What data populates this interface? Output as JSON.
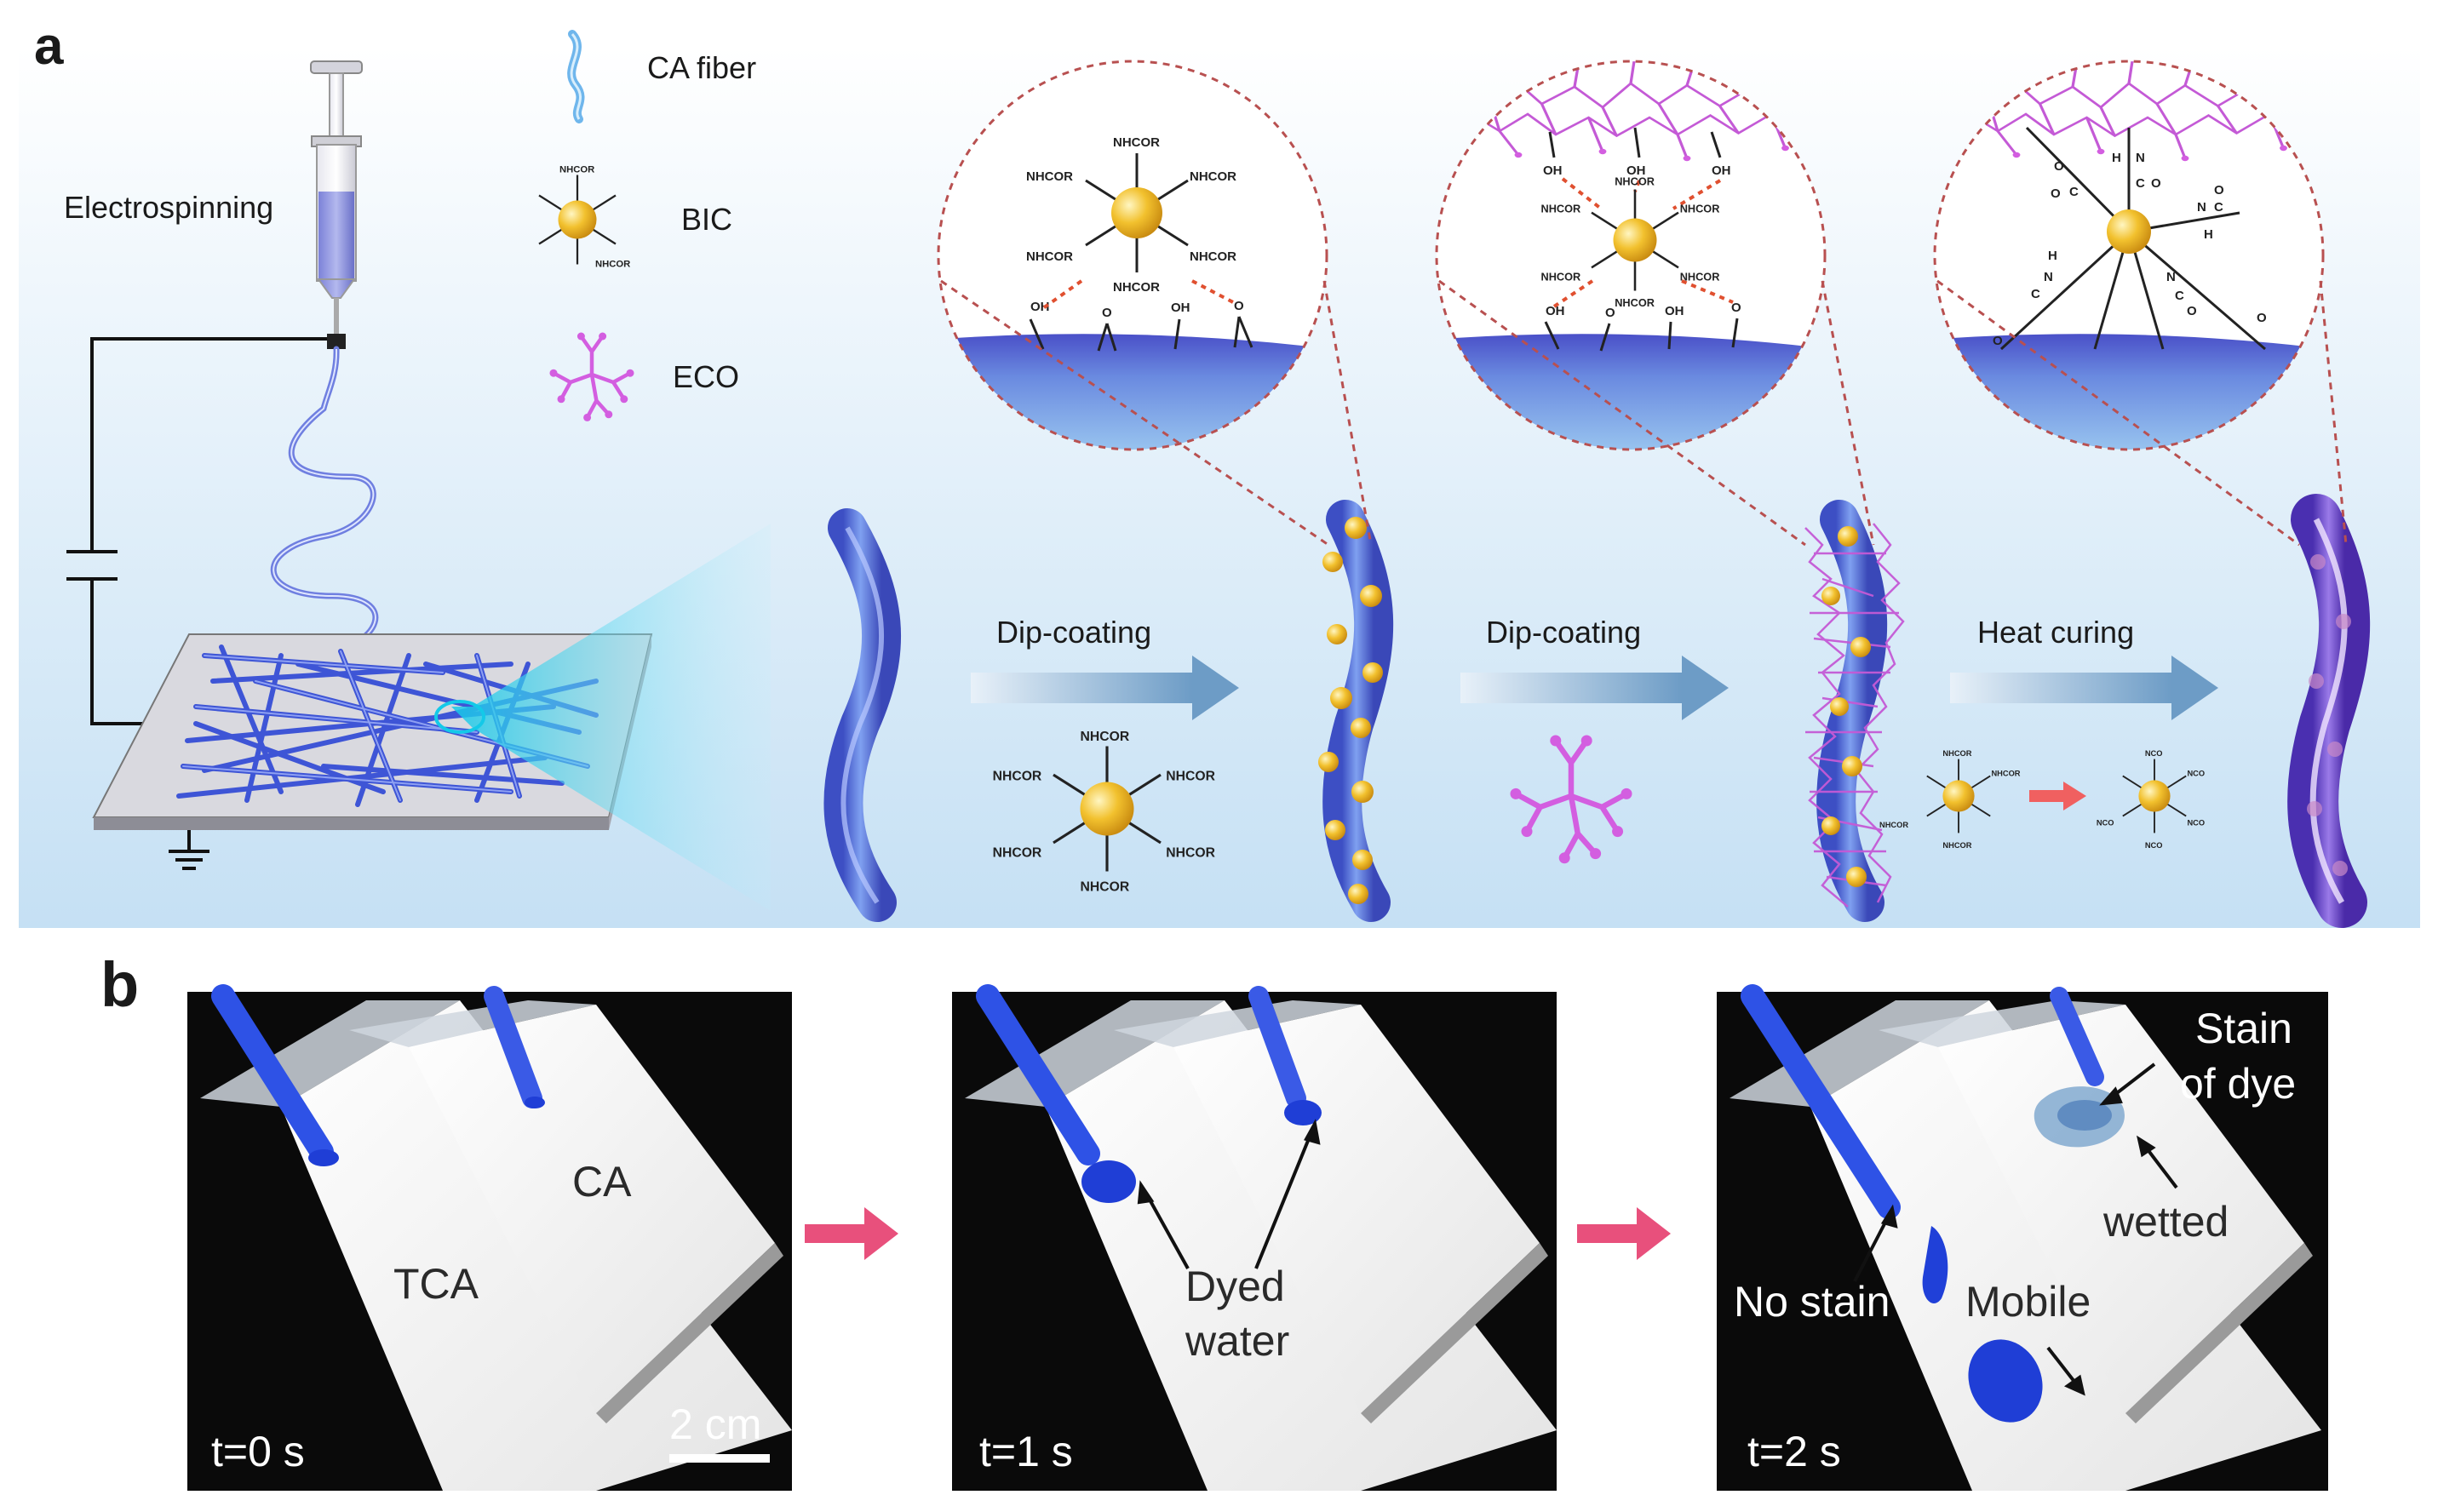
{
  "panel_a": {
    "letter": "a",
    "legend": {
      "ca_fiber": "CA fiber",
      "bic": "BIC",
      "eco": "ECO"
    },
    "process": {
      "electrospinning": "Electrospinning",
      "step1": "Dip-coating",
      "step2": "Dip-coating",
      "step3": "Heat curing"
    },
    "chem": {
      "nhcor": "NHCOR",
      "nco": "NCO",
      "oh": "OH",
      "o": "O",
      "c": "C",
      "n": "N",
      "h": "H"
    }
  },
  "panel_b": {
    "letter": "b",
    "photo1": {
      "time": "t=0 s",
      "label_tca": "TCA",
      "label_ca": "CA",
      "scale_bar": "2 cm"
    },
    "photo2": {
      "time": "t=1 s",
      "dyed_line1": "Dyed",
      "dyed_line2": "water"
    },
    "photo3": {
      "time": "t=2 s",
      "stain_line1": "Stain",
      "stain_line2": "of dye",
      "wetted": "wetted",
      "no_stain": "No stain",
      "mobile": "Mobile"
    }
  },
  "colors": {
    "panel_bg_top": "#ffffff",
    "panel_bg_bottom": "#c8e2f5",
    "fiber_blue": "#5a78e0",
    "bic_gold": "#f2c12e",
    "eco_magenta": "#d35ee0",
    "arrow_blue": "#7fa6c8",
    "dash_red": "#c0392b",
    "pink_arrow": "#e8507c",
    "dye_blue": "#1f3ed6"
  }
}
